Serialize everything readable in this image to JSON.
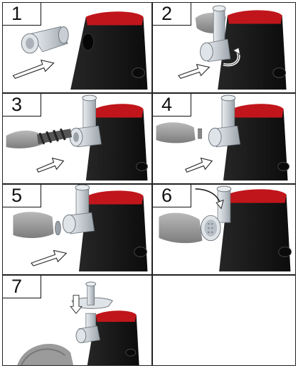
{
  "steps": [
    {
      "number": "1",
      "illustration": "attachment-beside-motor-body-icon"
    },
    {
      "number": "2",
      "illustration": "attach-and-rotate-head-icon"
    },
    {
      "number": "3",
      "illustration": "insert-auger-screw-icon"
    },
    {
      "number": "4",
      "illustration": "insert-cutting-blade-icon"
    },
    {
      "number": "5",
      "illustration": "place-grinding-disc-icon"
    },
    {
      "number": "6",
      "illustration": "screw-on-ring-nut-icon"
    },
    {
      "number": "7",
      "illustration": "assembled-grinder-with-tray-and-pusher-icon"
    }
  ],
  "colors": {
    "body": "#141414",
    "top": "#c0161b",
    "attachment": "#cdd3d8",
    "border": "#222222"
  }
}
